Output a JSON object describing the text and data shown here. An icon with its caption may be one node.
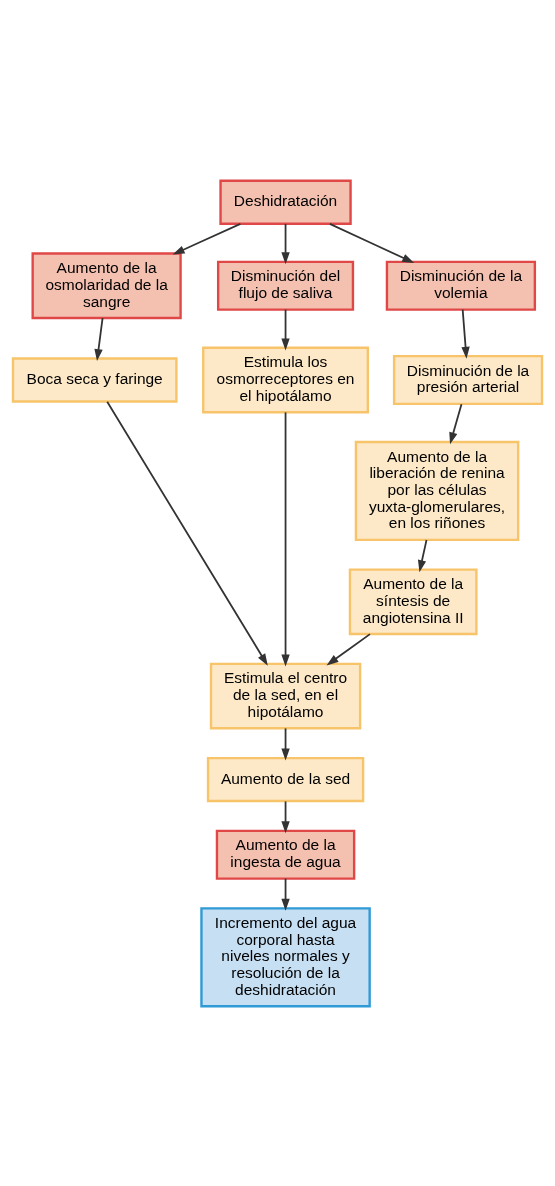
{
  "diagram": {
    "nodes": [
      {
        "text": [
          "Deshidratación"
        ]
      },
      {
        "text": [
          "Aumento de la osmolaridad de la sangre"
        ]
      },
      {
        "text": [
          "Disminución del flujo de saliva"
        ]
      },
      {
        "text": [
          "Disminución de la volemia"
        ]
      },
      {
        "text": [
          "Boca seca y faringe"
        ]
      },
      {
        "text": [
          "Estimula los osmorreceptores en el hipotálamo"
        ]
      },
      {
        "text": [
          "Disminución de la presión arterial"
        ]
      },
      {
        "text": [
          "Aumento de la liberación de renina por las células yuxta-glomerulares, en los riñones"
        ]
      },
      {
        "text": [
          "Aumento de la síntesis de angiotensina II"
        ]
      },
      {
        "text": [
          "Estimula el centro de la sed, en el hipotálamo"
        ]
      },
      {
        "text": [
          "Aumento de la sed"
        ]
      },
      {
        "text": [
          "Aumento de la ingesta de agua"
        ]
      },
      {
        "text": [
          "Incremento del agua corporal hasta niveles normales y resolución de la deshidratación"
        ]
      }
    ],
    "edges": [
      {
        "from": 0,
        "to": 1,
        "arrow": "to"
      },
      {
        "from": 0,
        "to": 2,
        "arrow": "to"
      },
      {
        "from": 0,
        "to": 3,
        "arrow": "to"
      },
      {
        "from": 1,
        "to": 4,
        "arrow": "to"
      },
      {
        "from": 2,
        "to": 5,
        "arrow": "to"
      },
      {
        "from": 3,
        "to": 6,
        "arrow": "to"
      },
      {
        "from": 4,
        "to": 9,
        "arrow": "to"
      },
      {
        "from": 5,
        "to": 9,
        "arrow": "to"
      },
      {
        "from": 6,
        "to": 7,
        "arrow": "to"
      },
      {
        "from": 7,
        "to": 8,
        "arrow": "to"
      },
      {
        "from": 8,
        "to": 9,
        "arrow": "to"
      },
      {
        "from": 9,
        "to": 10,
        "arrow": "to"
      },
      {
        "from": 10,
        "to": 11,
        "arrow": "to"
      },
      {
        "from": 11,
        "to": 12,
        "arrow": "to"
      }
    ]
  }
}
